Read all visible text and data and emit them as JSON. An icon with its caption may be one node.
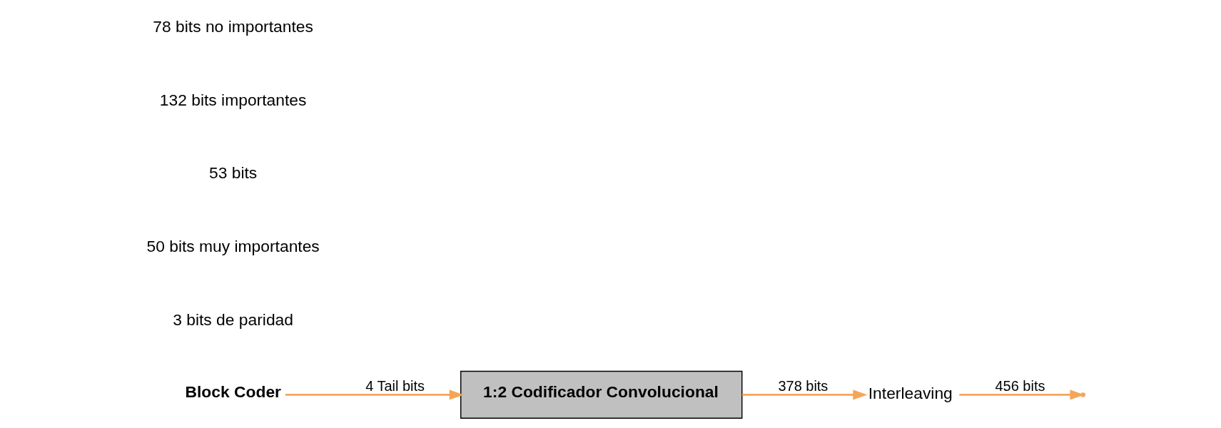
{
  "diagram": {
    "nodes": [
      {
        "text": [
          "Block Coder"
        ]
      },
      {
        "text": [
          "1:2 Codificador Convolucional"
        ]
      },
      {
        "text": [
          "Interleaving"
        ]
      }
    ],
    "edges": [
      {
        "from": 0,
        "to": 1,
        "arrow": "to",
        "label": "4 Tail bits"
      },
      {
        "from": 1,
        "to": 2,
        "arrow": "to",
        "label": "378 bits"
      },
      {
        "from": 2,
        "to": null,
        "arrow": "to",
        "label": "456 bits"
      }
    ],
    "labels": [
      "3 bits de paridad",
      "50 bits muy importantes",
      "53 bits",
      "132 bits importantes",
      "78 bits no importantes"
    ]
  }
}
